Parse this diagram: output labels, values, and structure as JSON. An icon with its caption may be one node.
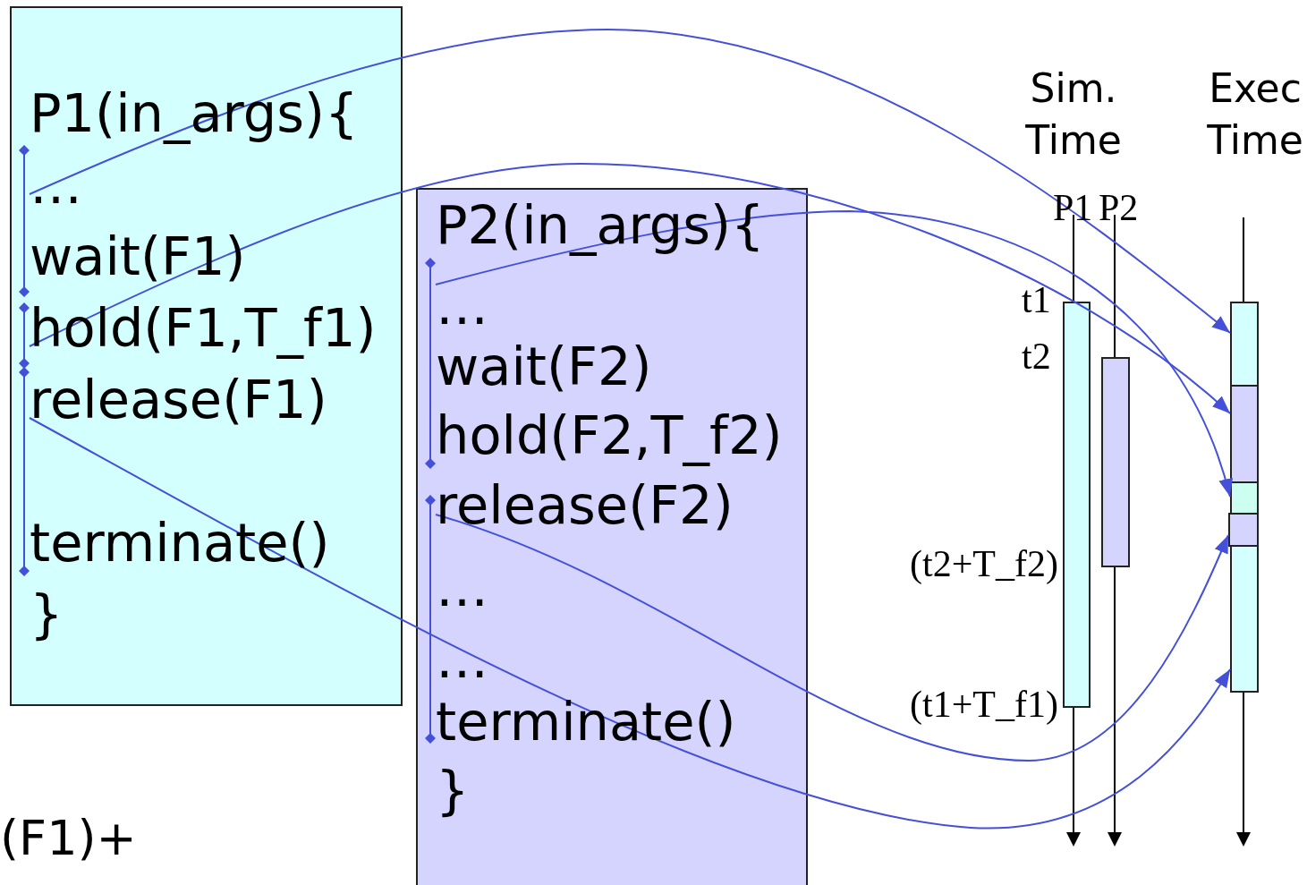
{
  "diagram": {
    "nodes": [
      {
        "text": [
          "P1(in_args){",
          "…",
          "wait(F1)",
          "hold(F1,T_f1)",
          "release(F1)",
          "terminate()",
          "}"
        ]
      },
      {
        "text": [],
        "shape": "bar",
        "in": 0
      },
      {
        "text": [],
        "shape": "bar",
        "in": 0
      },
      {
        "text": [],
        "shape": "bar",
        "in": 0
      },
      {
        "text": [
          "P2(in_args){",
          "…",
          "wait(F2)",
          "hold(F2,T_f2)",
          "release(F2)",
          "…",
          "…",
          "terminate()",
          "}"
        ]
      },
      {
        "text": [],
        "shape": "bar",
        "in": 4
      },
      {
        "text": [],
        "shape": "bar",
        "in": 4
      },
      {
        "text": [],
        "shape": "bar"
      },
      {
        "text": [],
        "shape": "bar"
      },
      {
        "text": [],
        "shape": "box"
      },
      {
        "text": [],
        "shape": "box"
      },
      {
        "text": [],
        "shape": "box"
      },
      {
        "text": [],
        "shape": "box"
      },
      {
        "text": [],
        "shape": "box"
      }
    ],
    "edges": [
      {
        "from": 1,
        "to": 9,
        "arrow": "to"
      },
      {
        "from": 2,
        "to": 10,
        "arrow": "to"
      },
      {
        "from": 5,
        "to": 11,
        "arrow": "to"
      },
      {
        "from": 6,
        "to": 12,
        "arrow": "to"
      },
      {
        "from": 3,
        "to": 13,
        "arrow": "to"
      }
    ],
    "labels": [
      "Sim. Time",
      "Exec Time",
      "P1",
      "P2",
      "t1",
      "t2",
      "(t2+T_f2)",
      "(t1+T_f1)",
      "(F1)+"
    ]
  }
}
